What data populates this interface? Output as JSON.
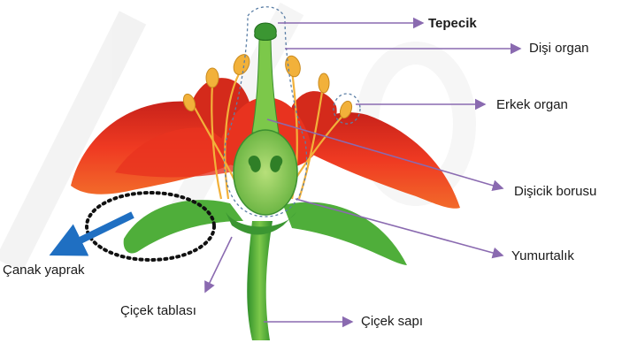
{
  "diagram": {
    "labels": {
      "stigma": "Tepecik",
      "pistil": "Dişi organ",
      "stamen": "Erkek organ",
      "style": "Dişicik borusu",
      "ovary": "Yumurtalık",
      "sepal": "Çanak yaprak",
      "receptacle": "Çiçek tablası",
      "stalk": "Çiçek sapı"
    },
    "colors": {
      "petal": "#e8331f",
      "petal_dark": "#b81d12",
      "green": "#4fae3a",
      "green_dark": "#2f7f27",
      "anther": "#f2b13a",
      "pointer": "#8a6ab0",
      "highlight_arrow": "#1f6fc2",
      "dotted_outline": "#111111",
      "watermark": "#e6e6e6"
    }
  }
}
